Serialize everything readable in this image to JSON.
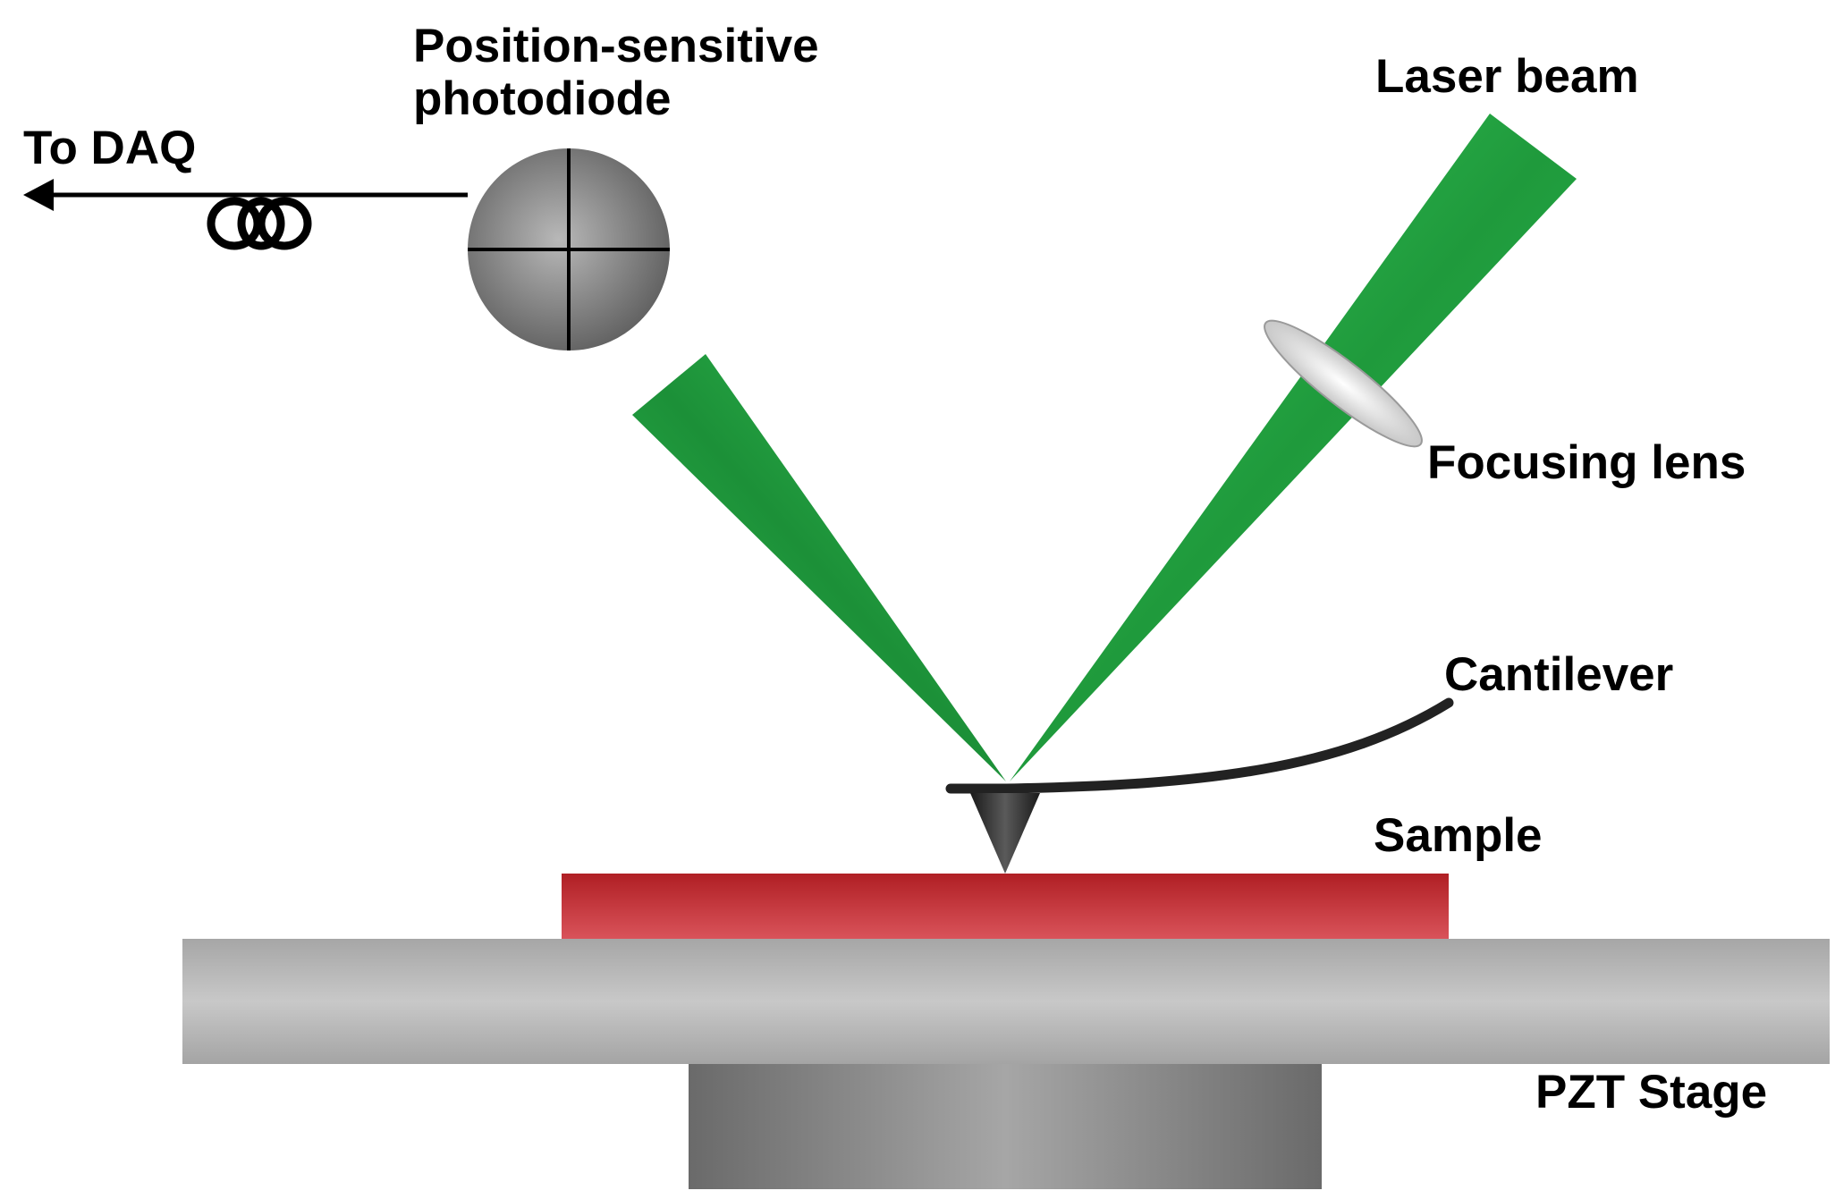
{
  "labels": {
    "photodiode_line1": "Position-sensitive",
    "photodiode_line2": "photodiode",
    "daq": "To DAQ",
    "laser_beam": "Laser beam",
    "focusing_lens": "Focusing lens",
    "cantilever": "Cantilever",
    "sample": "Sample",
    "pzt_stage": "PZT Stage"
  },
  "colors": {
    "beam_green": "#2bb24a",
    "beam_green_dark": "#1a8a34",
    "sample_red": "#c0282b",
    "stage_gray": "#b5b5b5",
    "base_gray": "#7a7a7a",
    "detector_gray": "#8e8e8e",
    "cantilever_black": "#222222",
    "lens_white": "#e8e8e8"
  }
}
